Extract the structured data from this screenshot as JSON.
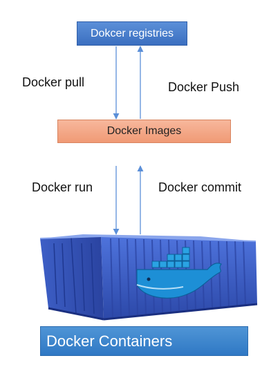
{
  "nodes": {
    "registries": "Dokcer registries",
    "images": "Docker Images",
    "containers": "Docker Containers"
  },
  "edges": {
    "pull": "Docker pull",
    "push": "Docker Push",
    "run": "Docker run",
    "commit": "Docker commit"
  },
  "colors": {
    "registries_box": "#3b6fc0",
    "images_box": "#f09a75",
    "containers_box": "#2f78c4",
    "arrow": "#5b8fd8",
    "container_body": "#3a5fc9",
    "docker_whale": "#1d8fd6"
  },
  "icons": [
    "shipping-container-icon",
    "docker-whale-icon"
  ]
}
